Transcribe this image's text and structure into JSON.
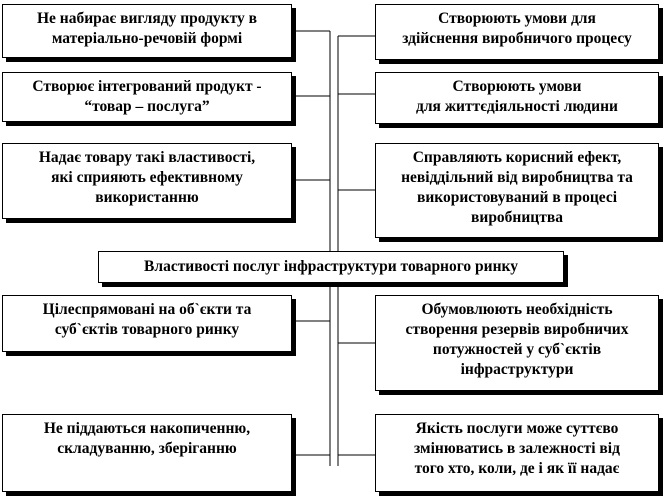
{
  "center": {
    "lines": [
      "Властивості послуг інфраструктури товарного ринку"
    ]
  },
  "left": [
    {
      "lines": [
        "Не набирає вигляду продукту в",
        "матеріально-речовій формі"
      ]
    },
    {
      "lines": [
        "Створює інтегрований продукт -",
        "“товар – послуга”"
      ]
    },
    {
      "lines": [
        "Надає товару такі властивості,",
        "які сприяють ефективному",
        "використанню"
      ]
    },
    {
      "lines": [
        "Цілеспрямовані на об`єкти та",
        "суб`єктів товарного ринку"
      ]
    },
    {
      "lines": [
        "Не піддаються накопиченню,",
        "складуванню, зберіганню"
      ]
    }
  ],
  "right": [
    {
      "lines": [
        "Створюють умови для",
        "здійснення виробничого процесу"
      ]
    },
    {
      "lines": [
        "Створюють умови",
        "для життєдіяльності людини"
      ]
    },
    {
      "lines": [
        "Справляють корисний ефект,",
        "невіддільний від виробництва та",
        "використовуваний в процесі",
        "виробництва"
      ]
    },
    {
      "lines": [
        "Обумовлюють необхідність",
        "створення резервів виробничих",
        "потужностей у суб`єктів",
        "інфраструктури"
      ]
    },
    {
      "lines": [
        "Якість послуги може суттєво",
        "змінюватись в залежності від",
        "того хто, коли, де і як її надає"
      ]
    }
  ]
}
